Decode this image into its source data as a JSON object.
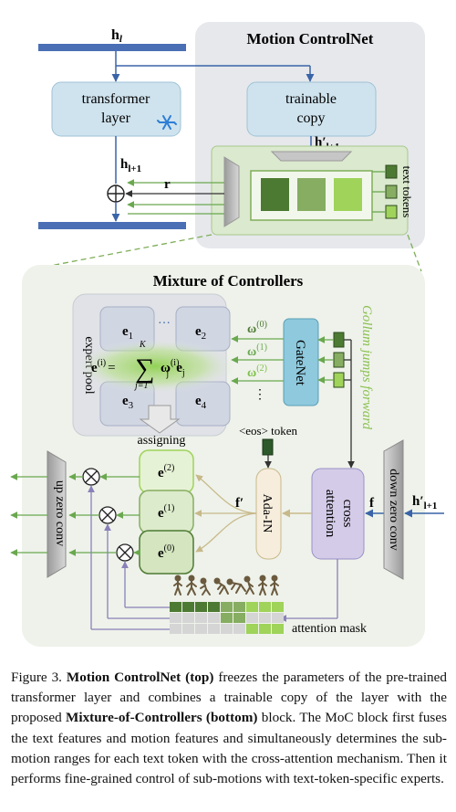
{
  "top": {
    "title": "Motion ControlNet",
    "h_l": "h",
    "h_l_sub": "l",
    "transformer_line1": "transformer",
    "transformer_line2": "layer",
    "trainable_line1": "trainable",
    "trainable_line2": "copy",
    "hprime_base": "h′",
    "hprime_sub": "l+1",
    "hl1_base": "h",
    "hl1_sub": "l+1",
    "r_label": "r",
    "text_tokens": "text tokens",
    "snowflake_icon": "snowflake-icon"
  },
  "moc": {
    "title": "Mixture of Controllers",
    "expert_pool": "expert pool",
    "e1": "e",
    "e1_sub": "1",
    "e2": "e",
    "e2_sub": "2",
    "e3": "e",
    "e3_sub": "3",
    "e4": "e",
    "e4_sub": "4",
    "dots": "…",
    "sum_lhs": "e",
    "sum_lhs_sup": "(i)",
    "sum_eq": "=",
    "sum_sigma": "∑",
    "sum_top": "K",
    "sum_bottom": "j=1",
    "sum_omega": "ω",
    "sum_omega_sup": "(i)",
    "sum_omega_sub": "j",
    "sum_e": "e",
    "sum_e_sub": "j",
    "omega0": "ω",
    "omega0_sup": "(0)",
    "omega1": "ω",
    "omega1_sup": "(1)",
    "omega2": "ω",
    "omega2_sup": "(2)",
    "vdots": "⋮",
    "gatenet": "GateNet",
    "gollum": "Gollum jumps forward",
    "assigning": "assigning",
    "eos_token": "<eos> token",
    "up_zero_conv": "up zero conv",
    "down_zero_conv": "down zero conv",
    "ada_in": "Ada-IN",
    "cross_attention_line1": "cross",
    "cross_attention_line2": "attention",
    "fprime": "f′",
    "f": "f",
    "hprime_base": "h′",
    "hprime_sub": "l+1",
    "expert_e2": "e",
    "expert_e2_sup": "(2)",
    "expert_e1": "e",
    "expert_e1_sup": "(1)",
    "expert_e0": "e",
    "expert_e0_sup": "(0)",
    "attention_mask": "attention mask"
  },
  "caption": {
    "fig": "Figure 3. ",
    "b1": "Motion ControlNet (top)",
    "t1": " freezes the parameters of the pre-trained transformer layer and combines a trainable copy of the layer with the proposed ",
    "b2": "Mixture-of-Controllers (bottom)",
    "t2": " block. The MoC block first fuses the text features and motion features and simultaneously determines the sub-motion ranges for each text token with the cross-attention mechanism. Then it performs fine-grained control of sub-motions with text-token-specific experts."
  },
  "colors": {
    "dark_green": "#4d7a32",
    "mid_green": "#86ad61",
    "light_green": "#9fd35a",
    "gray_panel": "#e6e8ec",
    "moc_bg": "#eef2ea",
    "teal_box": "#cfe3ee",
    "purple_box": "#d4cbe8",
    "navy_bar": "#4a6fb5"
  }
}
